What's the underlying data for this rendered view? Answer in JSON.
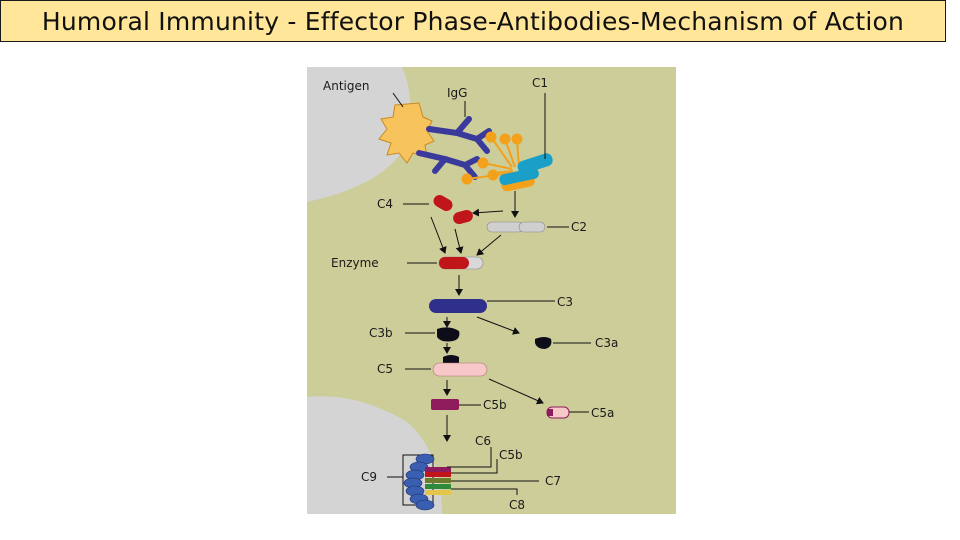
{
  "slide": {
    "title": "Humoral Immunity - Effector Phase-Antibodies-Mechanism of Action"
  },
  "diagram": {
    "colors": {
      "background": "#cdcd9a",
      "cell": "#d4d4d4",
      "antigen": "#f7c35c",
      "igg": "#3a3a9c",
      "c1_blue": "#1aa0c8",
      "c1_orange": "#f3a11a",
      "c4_red": "#c0161a",
      "c2_grey": "#cfcfcf",
      "c3_navy": "#2f2f8c",
      "c3b_black": "#0d0d1a",
      "c5_pink": "#f6c8c8",
      "c5b_maroon": "#8e1c5c"
    },
    "labels": {
      "antigen": "Antigen",
      "igg": "IgG",
      "c1": "C1",
      "c4": "C4",
      "c2": "C2",
      "enzyme": "Enzyme",
      "c3": "C3",
      "c3b": "C3b",
      "c3a": "C3a",
      "c5": "C5",
      "c5b": "C5b",
      "c5a": "C5a",
      "c6": "C6",
      "c5b_complex": "C5b",
      "c9": "C9",
      "c7": "C7",
      "c8": "C8"
    }
  }
}
